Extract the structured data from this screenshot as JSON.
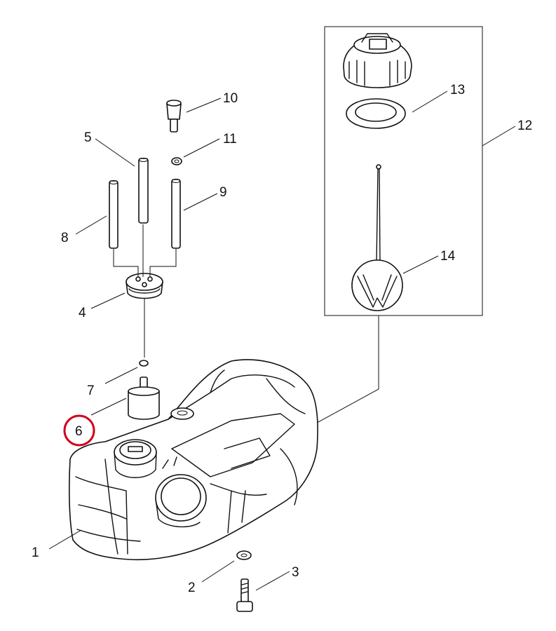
{
  "callouts": [
    {
      "id": "1",
      "text": "1"
    },
    {
      "id": "2",
      "text": "2"
    },
    {
      "id": "3",
      "text": "3"
    },
    {
      "id": "4",
      "text": "4"
    },
    {
      "id": "5",
      "text": "5"
    },
    {
      "id": "6",
      "text": "6"
    },
    {
      "id": "7",
      "text": "7"
    },
    {
      "id": "8",
      "text": "8"
    },
    {
      "id": "9",
      "text": "9"
    },
    {
      "id": "10",
      "text": "10"
    },
    {
      "id": "11",
      "text": "11"
    },
    {
      "id": "12",
      "text": "12"
    },
    {
      "id": "13",
      "text": "13"
    },
    {
      "id": "14",
      "text": "14"
    }
  ],
  "highlight": {
    "callout": "6",
    "color": "#d0021b"
  },
  "colors": {
    "line": "#111111",
    "background": "#ffffff"
  }
}
